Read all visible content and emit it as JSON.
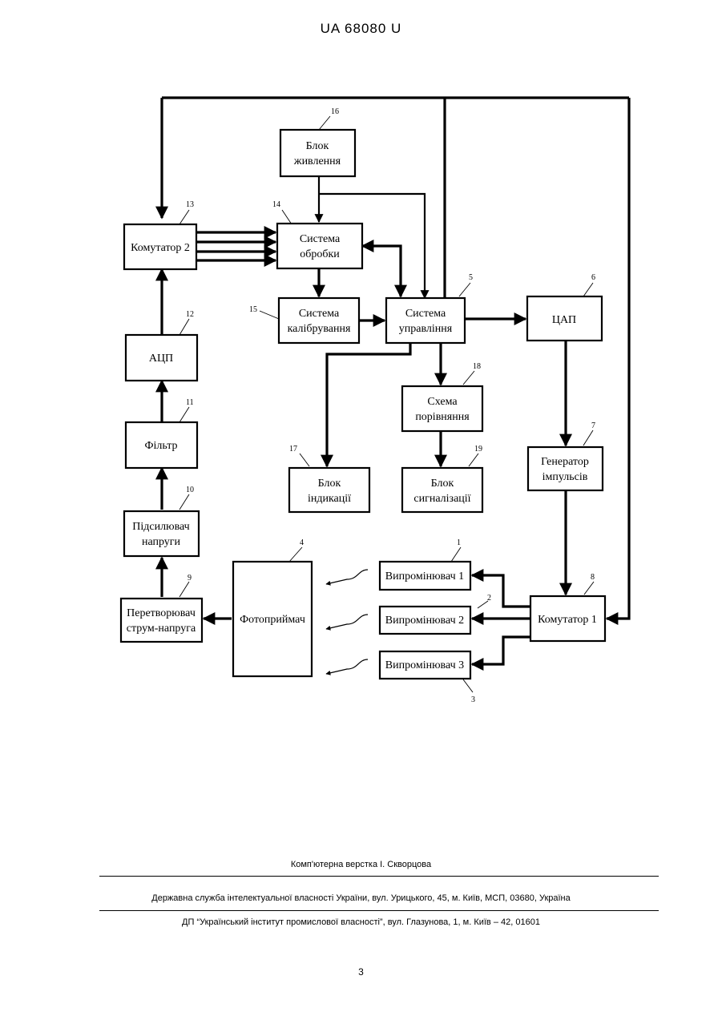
{
  "header": {
    "patent": "UA   68080   U"
  },
  "blocks": {
    "b16": {
      "num": "16",
      "line1": "Блок",
      "line2": "живлення"
    },
    "b13": {
      "num": "13",
      "line1": "Комутатор 2"
    },
    "b14": {
      "num": "14",
      "line1": "Система",
      "line2": "обробки"
    },
    "b15": {
      "num": "15",
      "line1": "Система",
      "line2": "калібрування"
    },
    "b5": {
      "num": "5",
      "line1": "Система",
      "line2": "управління"
    },
    "b6": {
      "num": "6",
      "line1": "ЦАП"
    },
    "b12": {
      "num": "12",
      "line1": "АЦП"
    },
    "b18": {
      "num": "18",
      "line1": "Схема",
      "line2": "порівняння"
    },
    "b11": {
      "num": "11",
      "line1": "Фільтр"
    },
    "b7": {
      "num": "7",
      "line1": "Генератор",
      "line2": "імпульсів"
    },
    "b17": {
      "num": "17",
      "line1": "Блок",
      "line2": "індикації"
    },
    "b19": {
      "num": "19",
      "line1": "Блок",
      "line2": "сигналізації"
    },
    "b10": {
      "num": "10",
      "line1": "Підсилювач",
      "line2": "напруги"
    },
    "b4": {
      "num": "4",
      "line1": "Фотоприймач"
    },
    "b1": {
      "num": "1",
      "line1": "Випромінювач 1"
    },
    "b2": {
      "num": "2",
      "line1": "Випромінювач 2"
    },
    "b3": {
      "num": "3",
      "line1": "Випромінювач 3"
    },
    "b9": {
      "num": "9",
      "line1": "Перетворювач",
      "line2": "струм-напруга"
    },
    "b8": {
      "num": "8",
      "line1": "Комутатор 1"
    }
  },
  "footer": {
    "layout": "Комп'ютерна верстка І. Скворцова",
    "agency": "Державна служба інтелектуальної власності України, вул. Урицького, 45, м. Київ, МСП, 03680, Україна",
    "institute": "ДП “Український інститут промислової власності”, вул. Глазунова, 1, м. Київ – 42, 01601"
  },
  "page_number": "3"
}
